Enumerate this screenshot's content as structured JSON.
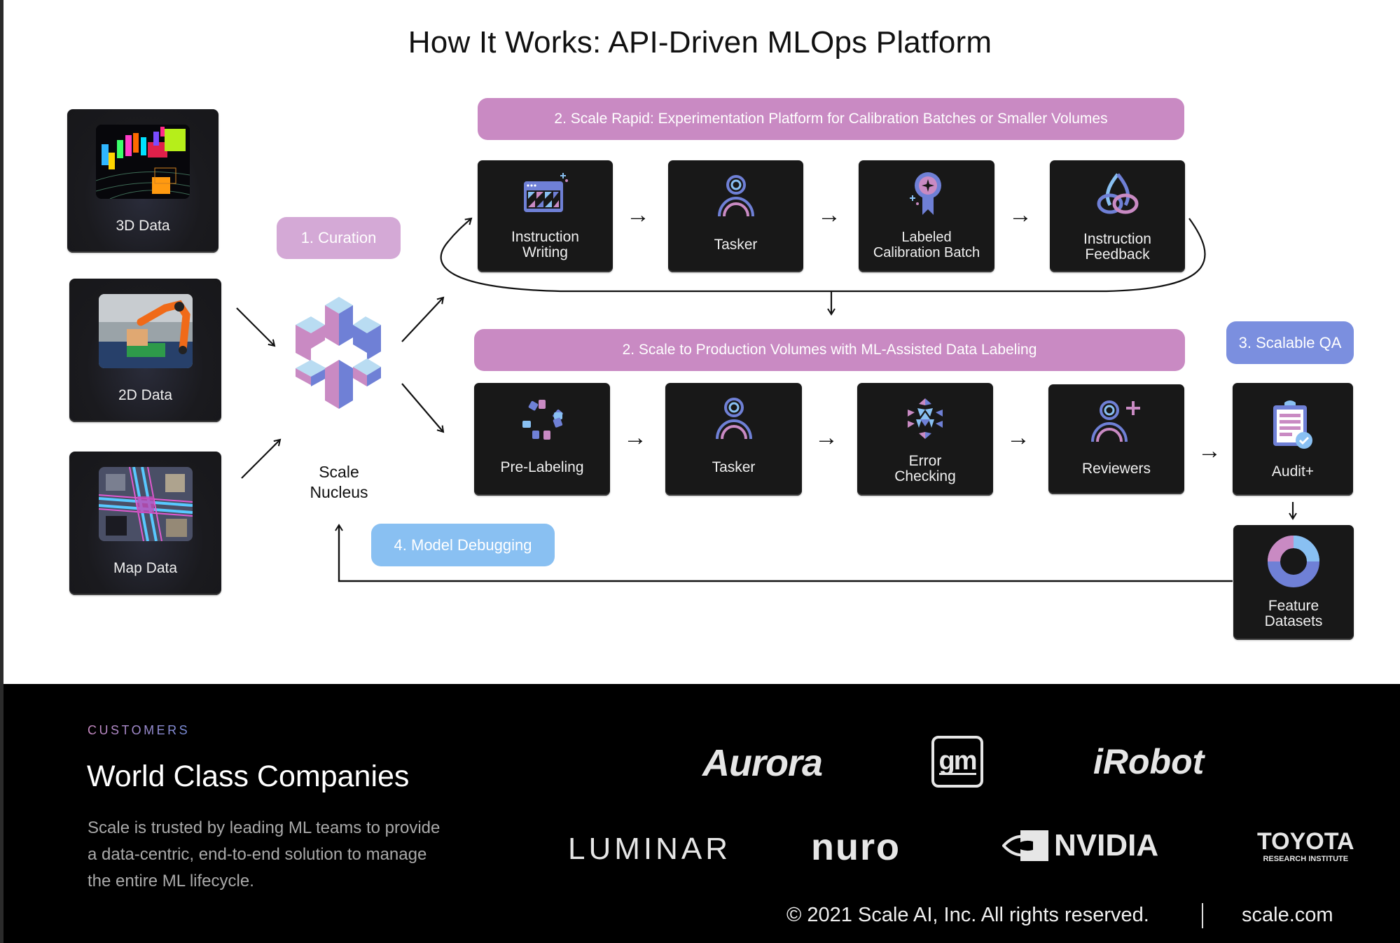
{
  "title": "How It Works: API-Driven MLOps Platform",
  "data_sources": [
    {
      "label": "3D Data",
      "thumbnail": "lidar-point-cloud"
    },
    {
      "label": "2D Data",
      "thumbnail": "robot-arm-photo"
    },
    {
      "label": "Map Data",
      "thumbnail": "hd-map"
    }
  ],
  "stages": {
    "curation": "1. Curation",
    "rapid": "2. Scale Rapid: Experimentation Platform for Calibration Batches or Smaller Volumes",
    "production": "2. Scale to Production Volumes with ML-Assisted Data Labeling",
    "qa": "3. Scalable QA",
    "debugging": "4. Model Debugging"
  },
  "nucleus": {
    "line1": "Scale",
    "line2": "Nucleus"
  },
  "rapid_steps": [
    {
      "line1": "Instruction",
      "line2": "Writing",
      "icon": "instruction-window-icon"
    },
    {
      "line1": "Tasker",
      "line2": "",
      "icon": "tasker-person-icon"
    },
    {
      "line1": "Labeled",
      "line2": "Calibration Batch",
      "icon": "award-badge-icon"
    },
    {
      "line1": "Instruction",
      "line2": "Feedback",
      "icon": "trefoil-knot-icon"
    }
  ],
  "production_steps": [
    {
      "line1": "Pre-Labeling",
      "line2": "",
      "icon": "tags-ring-icon"
    },
    {
      "line1": "Tasker",
      "line2": "",
      "icon": "tasker-person-icon"
    },
    {
      "line1": "Error",
      "line2": "Checking",
      "icon": "triangle-mesh-icon"
    },
    {
      "line1": "Reviewers",
      "line2": "",
      "icon": "add-person-icon"
    }
  ],
  "qa_steps": [
    {
      "line1": "Audit+",
      "line2": "",
      "icon": "clipboard-check-icon"
    },
    {
      "line1": "Feature",
      "line2": "Datasets",
      "icon": "donut-ring-icon"
    }
  ],
  "arrow_glyphs": {
    "right": "→",
    "down": "↓"
  },
  "colors": {
    "pink": "#c98ac3",
    "curation": "#d4a9d6",
    "qa": "#7b8fdf",
    "debug": "#89c0f2",
    "box": "#181818"
  },
  "footer": {
    "kicker": "CUSTOMERS",
    "heading": "World Class Companies",
    "paragraph": "Scale is trusted by leading ML teams to provide a data-centric, end-to-end solution to manage the entire ML lifecycle.",
    "logos": [
      "Aurora",
      "gm",
      "iRobot",
      "LUMINAR",
      "nuro",
      "NVIDIA",
      "TOYOTA",
      "RESEARCH INSTITUTE"
    ],
    "copyright": "© 2021 Scale AI, Inc. All rights reserved.",
    "website": "scale.com"
  }
}
